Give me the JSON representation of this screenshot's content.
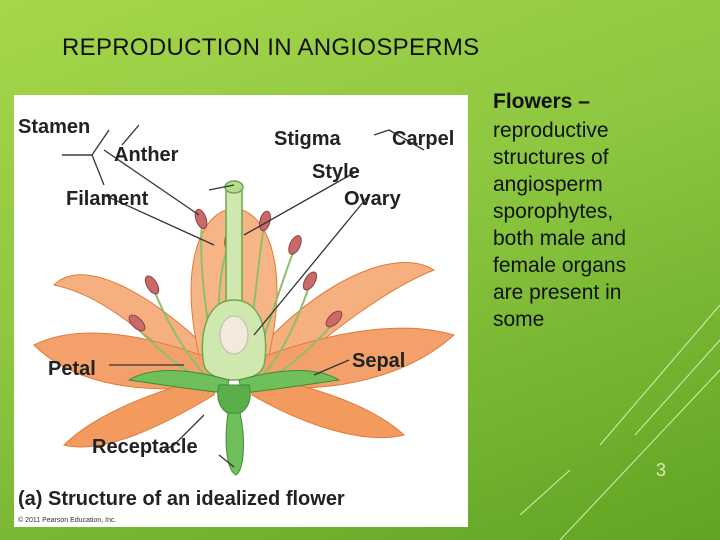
{
  "slide": {
    "title": "REPRODUCTION IN ANGIOSPERMS",
    "heading": "Flowers –",
    "body_lines": [
      "reproductive",
      "structures of",
      "angiosperm",
      "sporophytes,",
      "both male and",
      "female organs",
      "are present in",
      "some"
    ],
    "slide_number": "3"
  },
  "figure": {
    "labels": {
      "stamen": "Stamen",
      "anther": "Anther",
      "filament": "Filament",
      "stigma": "Stigma",
      "carpel": "Carpel",
      "style": "Style",
      "ovary": "Ovary",
      "petal": "Petal",
      "sepal": "Sepal",
      "receptacle": "Receptacle"
    },
    "caption": "(a) Structure of an idealized flower",
    "copyright": "© 2011 Pearson Education, Inc."
  },
  "colors": {
    "petal": "#f4a06a",
    "petal_edge": "#e07b3c",
    "anther": "#c96a6a",
    "sepal": "#6fbf5a",
    "pistil": "#cfe8b0",
    "background_green": "#8cc63f"
  }
}
